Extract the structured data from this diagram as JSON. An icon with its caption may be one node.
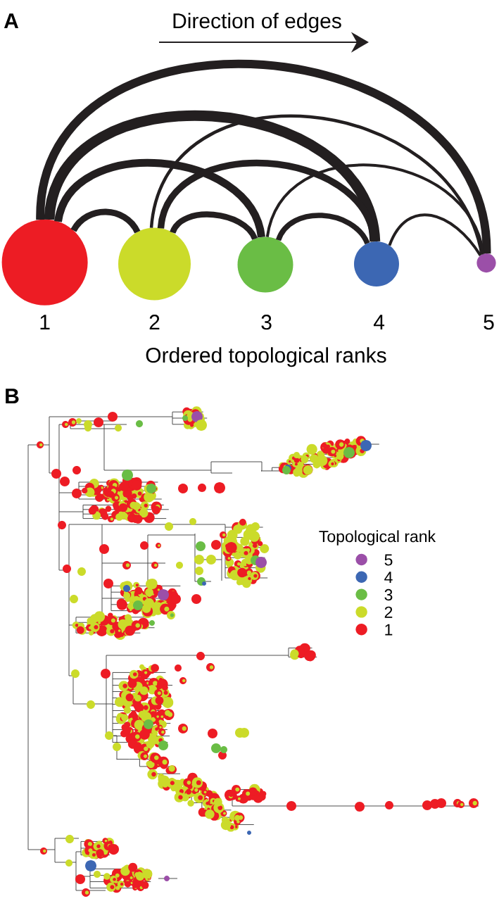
{
  "diagram": {
    "nodes": [
      {
        "text": [
          "1"
        ]
      },
      {
        "text": [
          "2"
        ]
      },
      {
        "text": [
          "3"
        ]
      },
      {
        "text": [
          "4"
        ]
      },
      {
        "text": [
          "5"
        ]
      }
    ],
    "edges": [
      {
        "from": 0,
        "to": 1,
        "arrow": "none"
      },
      {
        "from": 0,
        "to": 2,
        "arrow": "none"
      },
      {
        "from": 0,
        "to": 3,
        "arrow": "none"
      },
      {
        "from": 0,
        "to": 4,
        "arrow": "none"
      },
      {
        "from": 1,
        "to": 2,
        "arrow": "none"
      },
      {
        "from": 1,
        "to": 3,
        "arrow": "none"
      },
      {
        "from": 1,
        "to": 4,
        "arrow": "none"
      },
      {
        "from": 2,
        "to": 3,
        "arrow": "none"
      },
      {
        "from": 2,
        "to": 4,
        "arrow": "none"
      },
      {
        "from": 3,
        "to": 4,
        "arrow": "none"
      }
    ],
    "labels": [
      "A",
      "Direction of edges",
      "Ordered topological ranks",
      "B",
      "Topological rank"
    ],
    "legend": [
      {
        "text": "5",
        "color": "#9b4fa8"
      },
      {
        "text": "4",
        "color": "#3c67b3"
      },
      {
        "text": "3",
        "color": "#6abd45"
      },
      {
        "text": "2",
        "color": "#cbdb2a"
      },
      {
        "text": "1",
        "color": "#ed1c24"
      }
    ]
  }
}
